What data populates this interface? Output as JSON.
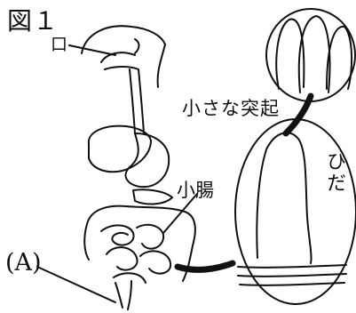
{
  "figure": {
    "title": "図１",
    "labels": {
      "mouth": "口",
      "small_bumps": "小さな突起",
      "small_intestine": "小腸",
      "folds": "ひだ",
      "a": "(A)"
    }
  }
}
